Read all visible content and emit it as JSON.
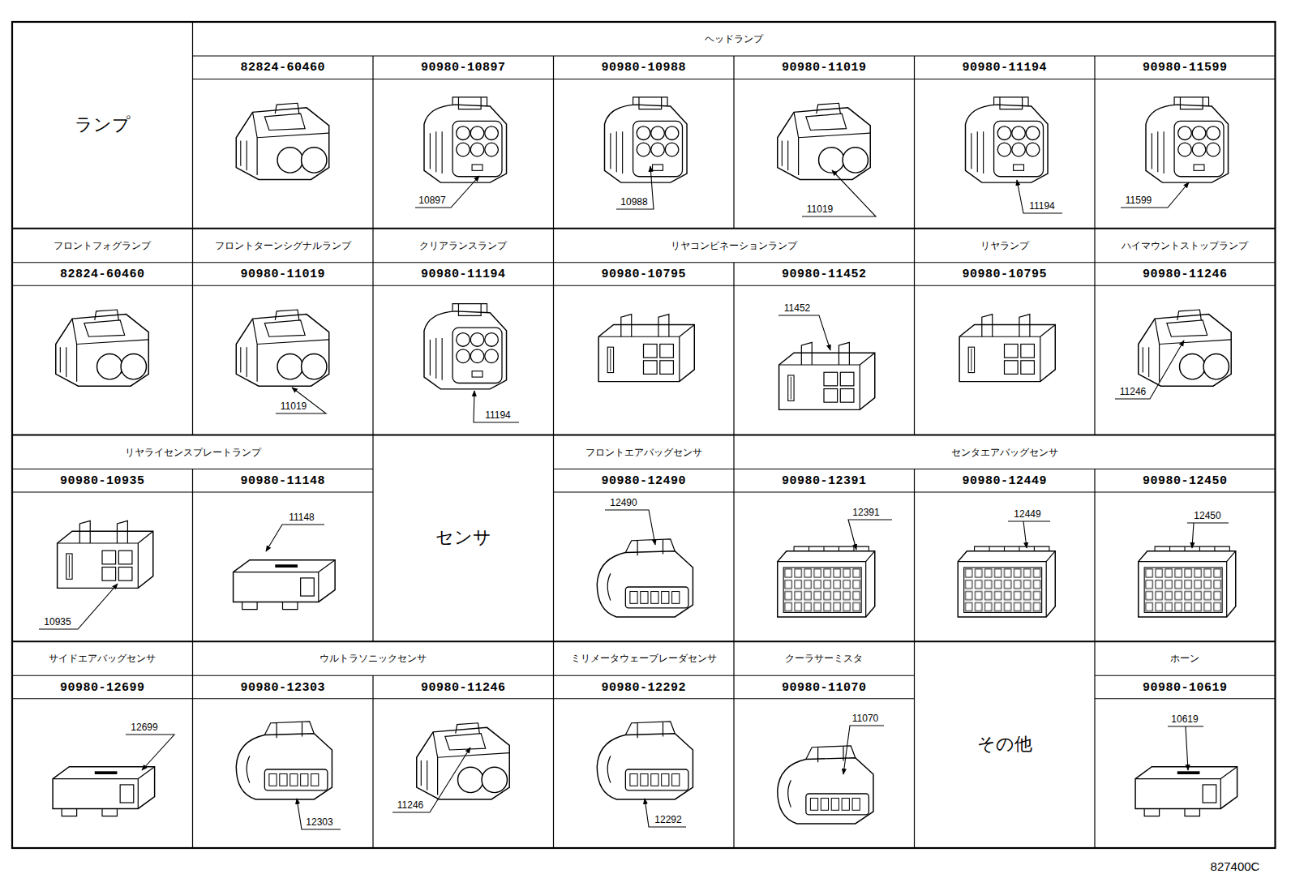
{
  "diagram": {
    "labels": [
      "ランプ",
      "ヘッドランプ",
      "82824-60460",
      "90980-10897",
      "90980-10988",
      "90980-11019",
      "90980-11194",
      "90980-11599",
      "10897",
      "10988",
      "11019",
      "11194",
      "11599",
      "フロントフォグランプ",
      "82824-60460",
      "フロントターンシグナルランプ",
      "90980-11019",
      "11019",
      "クリアランスランプ",
      "90980-11194",
      "11194",
      "リヤコンビネーションランプ",
      "90980-10795",
      "90980-11452",
      "11452",
      "リヤランプ",
      "90980-10795",
      "ハイマウントストップランプ",
      "90980-11246",
      "11246",
      "リヤライセンスプレートランプ",
      "90980-10935",
      "90980-11148",
      "10935",
      "11148",
      "センサ",
      "フロントエアバッグセンサ",
      "90980-12490",
      "12490",
      "センタエアバッグセンサ",
      "90980-12391",
      "90980-12449",
      "90980-12450",
      "12391",
      "12449",
      "12450",
      "サイドエアバッグセンサ",
      "90980-12699",
      "12699",
      "ウルトラソニックセンサ",
      "90980-12303",
      "90980-11246",
      "12303",
      "11246",
      "ミリメータウェーブレーダセンサ",
      "90980-12292",
      "12292",
      "クーラサーミスタ",
      "90980-11070",
      "11070",
      "その他",
      "ホーン",
      "90980-10619",
      "10619",
      "827400C"
    ]
  }
}
